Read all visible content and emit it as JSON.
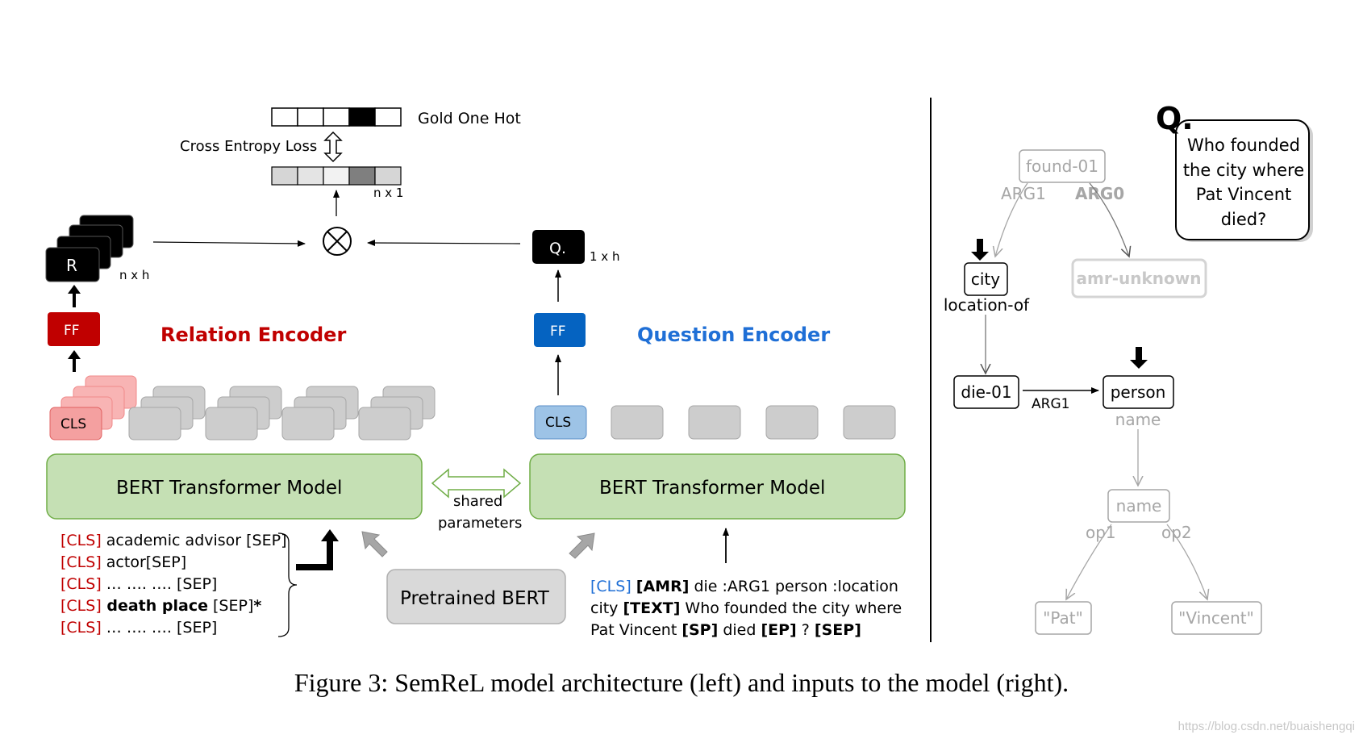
{
  "left": {
    "gold_one_hot": "Gold One Hot",
    "cross_entropy_loss": "Cross Entropy Loss",
    "n_x_1": "n x 1",
    "n_x_h": "n x h",
    "one_x_h": "1 x h",
    "r_label": "R",
    "r_stack_labels": [
      "R",
      "R",
      "R"
    ],
    "q_label": "Q.",
    "ff": "FF",
    "cls": "CLS",
    "relation_encoder": "Relation Encoder",
    "question_encoder": "Question Encoder",
    "bert_model": "BERT Transformer Model",
    "shared_parameters": [
      "shared",
      "parameters"
    ],
    "pretrained_bert": "Pretrained BERT",
    "relations": [
      {
        "tag": "[CLS]",
        "text": " academic advisor [SEP]",
        "bold": false
      },
      {
        "tag": "[CLS]",
        "text": " actor[SEP]",
        "bold": false
      },
      {
        "tag": "[CLS]",
        "text": " …    ….    …. [SEP]",
        "bold": false
      },
      {
        "tag": "[CLS]",
        "text": " death place",
        "suffix": " [SEP]",
        "star": "*",
        "bold": true
      },
      {
        "tag": "[CLS]",
        "text": " …    ….    …. [SEP]",
        "bold": false
      }
    ],
    "question_input": {
      "line1": [
        {
          "t": "[CLS]",
          "c": "blue"
        },
        {
          "t": " "
        },
        {
          "t": "[AMR]",
          "b": true
        },
        {
          "t": " die :ARG1 person :location"
        }
      ],
      "line2": [
        {
          "t": "city "
        },
        {
          "t": "[TEXT]",
          "b": true
        },
        {
          "t": " Who founded the city where"
        }
      ],
      "line3": [
        {
          "t": "Pat Vincent "
        },
        {
          "t": "[SP]",
          "b": true
        },
        {
          "t": " died "
        },
        {
          "t": "[EP]",
          "b": true
        },
        {
          "t": " ? "
        },
        {
          "t": "[SEP]",
          "b": true
        }
      ]
    }
  },
  "right": {
    "q_icon": "Q.",
    "question": [
      "Who founded",
      "the city where",
      "Pat Vincent",
      "died?"
    ],
    "nodes": {
      "found": "found-01",
      "amr_unknown": "amr-unknown",
      "city": "city",
      "die": "die-01",
      "person": "person",
      "name": "name",
      "pat": "\"Pat\"",
      "vincent": "\"Vincent\""
    },
    "edges": {
      "arg1_top": "ARG1",
      "arg0": "ARG0",
      "location_of": "location-of",
      "arg1_mid": "ARG1",
      "name_edge": "name",
      "op1": "op1",
      "op2": "op2"
    }
  },
  "caption": "Figure 3: SemReL model architecture (left) and inputs to the model (right).",
  "watermark": "https://blog.csdn.net/buaishengqi",
  "colors": {
    "red": "#c00000",
    "blue": "#1f6fd6",
    "ff_red": "#c00000",
    "ff_blue": "#0563c1",
    "bert_fill": "#c5e0b4",
    "bert_stroke": "#70ad47",
    "cls_pink": "#f4a0a0",
    "cls_blue": "#9dc3e6",
    "token_gray": "#c9c9c9",
    "gray_node": "#a6a6a6"
  }
}
